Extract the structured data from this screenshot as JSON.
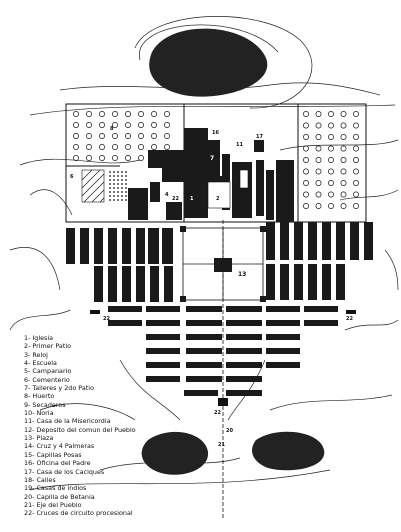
{
  "legend": {
    "items": [
      "1- Iglesia",
      "2- Primer Patio",
      "3- Reloj",
      "4- Escuela",
      "5- Campanario",
      "6- Cementerio",
      "7- Talleres y 2do Patio",
      "8- Huerto",
      "9- Secaderos",
      "10- Noria",
      "11- Casa de la Misericordia",
      "12- Deposito del comun del Pueblo",
      "13- Plaza",
      "14- Cruz y 4 Palmeras",
      "15- Capillas Posas",
      "16- Oficina del Padre",
      "17- Casa de los Caciques",
      "18- Calles",
      "19- Casas de indios",
      "20- Capilla de Betania",
      "21- Eje del Pueblo",
      "22- Cruces de circuito procesional"
    ]
  },
  "labels": {
    "n1": "1",
    "n2": "2",
    "n4": "4",
    "n6": "6",
    "n7": "7",
    "n8": "8",
    "n11": "11",
    "n13": "13",
    "n16": "16",
    "n17": "17",
    "n20": "20",
    "n21": "21",
    "n22a": "22",
    "n22b": "22",
    "n22c": "22",
    "n22d": "22"
  },
  "colors": {
    "ink": "#111111",
    "paper": "#ffffff"
  }
}
